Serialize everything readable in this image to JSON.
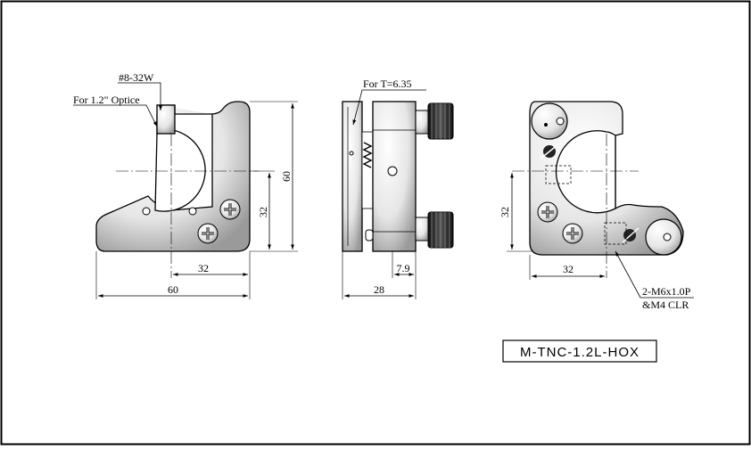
{
  "drawing": {
    "title_block": {
      "part_number": "M-TNC-1.2L-HOX"
    },
    "front_view": {
      "callouts": {
        "tap": "#8-32W",
        "optic": "For 1.2\" Optice"
      },
      "dims": {
        "bore_offset_h": "32",
        "overall_width": "60",
        "bore_height": "32",
        "overall_height": "60"
      }
    },
    "side_view": {
      "callouts": {
        "thickness": "For T=6.35"
      },
      "dims": {
        "rear": "7.9",
        "depth": "28"
      }
    },
    "rear_view": {
      "callouts": {
        "thread": "2-M6x1.0P",
        "clearance": "&M4 CLR"
      },
      "dims": {
        "bore_height": "32",
        "bore_offset_h": "32"
      }
    }
  }
}
